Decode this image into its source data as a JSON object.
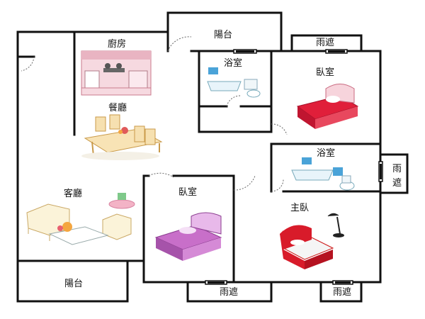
{
  "rooms": {
    "kitchen": "廚房",
    "dining": "餐廳",
    "living": "客廳",
    "balcony_top": "陽台",
    "balcony_bottom": "陽台",
    "bath_top": "浴室",
    "bath_mid": "浴室",
    "bedroom_top": "臥室",
    "bedroom_mid": "臥室",
    "master": "主臥"
  },
  "awnings": {
    "top": "雨遮",
    "right_line1": "雨",
    "right_line2": "遮",
    "bottom_mid": "雨遮",
    "bottom_right": "雨遮"
  },
  "icons": [
    "kitchen-icon",
    "dining-table-icon",
    "sofa-icon",
    "bed-icon",
    "bathtub-icon",
    "toilet-icon",
    "lamp-icon"
  ]
}
